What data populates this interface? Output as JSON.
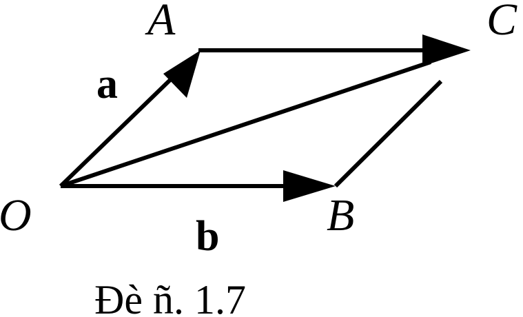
{
  "points": {
    "A": "A",
    "B": "B",
    "C": "C",
    "O": "O"
  },
  "vectors": {
    "a": "a",
    "b": "b"
  },
  "caption": "Đè ñ. 1.7",
  "colors": {
    "ink": "#000000",
    "background": "#ffffff"
  }
}
